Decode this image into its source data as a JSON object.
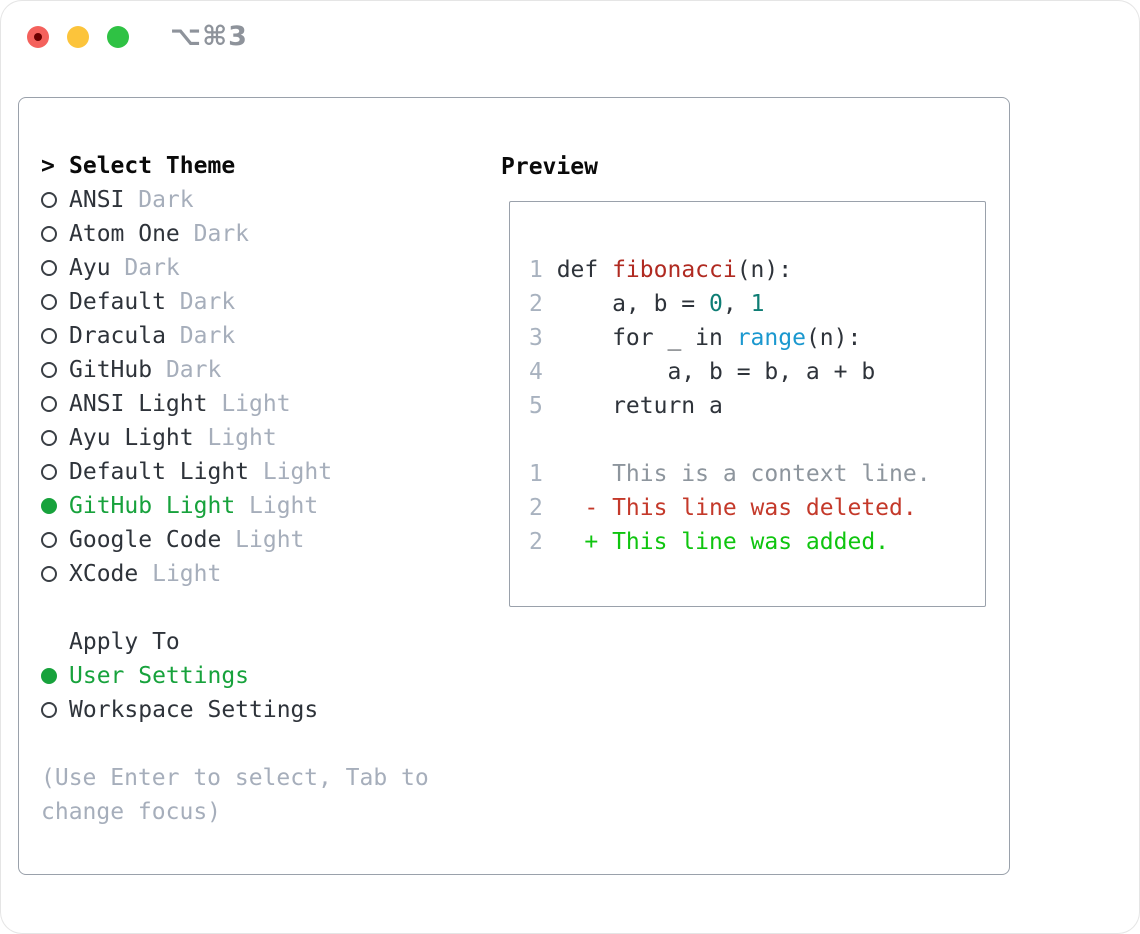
{
  "window": {
    "title": "⌥⌘3",
    "traffic_lights": [
      "close",
      "minimize",
      "zoom"
    ]
  },
  "theme_panel": {
    "header": {
      "prompt": ">",
      "label": "Select Theme"
    },
    "themes": [
      {
        "name": "ANSI",
        "variant": "Dark",
        "selected": false
      },
      {
        "name": "Atom One",
        "variant": "Dark",
        "selected": false
      },
      {
        "name": "Ayu",
        "variant": "Dark",
        "selected": false
      },
      {
        "name": "Default",
        "variant": "Dark",
        "selected": false
      },
      {
        "name": "Dracula",
        "variant": "Dark",
        "selected": false
      },
      {
        "name": "GitHub",
        "variant": "Dark",
        "selected": false
      },
      {
        "name": "ANSI Light",
        "variant": "Light",
        "selected": false
      },
      {
        "name": "Ayu Light",
        "variant": "Light",
        "selected": false
      },
      {
        "name": "Default Light",
        "variant": "Light",
        "selected": false
      },
      {
        "name": "GitHub Light",
        "variant": "Light",
        "selected": true
      },
      {
        "name": "Google Code",
        "variant": "Light",
        "selected": false
      },
      {
        "name": "XCode",
        "variant": "Light",
        "selected": false
      }
    ],
    "apply_to": {
      "label": "Apply To",
      "options": [
        {
          "label": "User Settings",
          "selected": true
        },
        {
          "label": "Workspace Settings",
          "selected": false
        }
      ]
    },
    "hint": [
      "(Use Enter to select, Tab to",
      "change focus)"
    ]
  },
  "preview": {
    "label": "Preview",
    "code_lines": [
      {
        "num": "1",
        "segments": [
          {
            "text": "def ",
            "style": "plain"
          },
          {
            "text": "fibonacci",
            "style": "function"
          },
          {
            "text": "(n):",
            "style": "plain"
          }
        ]
      },
      {
        "num": "2",
        "segments": [
          {
            "text": "    a, b = ",
            "style": "plain"
          },
          {
            "text": "0",
            "style": "number"
          },
          {
            "text": ", ",
            "style": "plain"
          },
          {
            "text": "1",
            "style": "number"
          }
        ]
      },
      {
        "num": "3",
        "segments": [
          {
            "text": "    for _ in ",
            "style": "plain"
          },
          {
            "text": "range",
            "style": "builtin"
          },
          {
            "text": "(n):",
            "style": "plain"
          }
        ]
      },
      {
        "num": "4",
        "segments": [
          {
            "text": "        a, b = b, a + b",
            "style": "plain"
          }
        ]
      },
      {
        "num": "5",
        "segments": [
          {
            "text": "    return a",
            "style": "plain"
          }
        ]
      },
      {
        "num": "",
        "segments": []
      },
      {
        "num": "1",
        "segments": [
          {
            "text": "    This is a context line.",
            "style": "context"
          }
        ]
      },
      {
        "num": "2",
        "segments": [
          {
            "text": "  - This line was deleted.",
            "style": "deleted"
          }
        ]
      },
      {
        "num": "2",
        "segments": [
          {
            "text": "  + This line was added.",
            "style": "added"
          }
        ]
      }
    ]
  },
  "colors": {
    "accent_green": "#17a23c",
    "added_green": "#0fc50f",
    "deleted_red": "#c4392a",
    "function_red": "#b02a21",
    "number_teal": "#0e7d74",
    "builtin_blue": "#1b98cf",
    "muted_gray": "#a6aebb",
    "context_gray": "#8d959d",
    "line_number_gray": "#a8b2bf",
    "text_dark": "#2e333a",
    "heading_black": "#0a0a0a",
    "border_gray": "#9aa1ab",
    "traffic_red": "#f4615c",
    "traffic_red_dot": "#6b0000",
    "traffic_yellow": "#fcc43b",
    "traffic_green": "#2fc244",
    "titlebar_gray": "#8e939b"
  }
}
